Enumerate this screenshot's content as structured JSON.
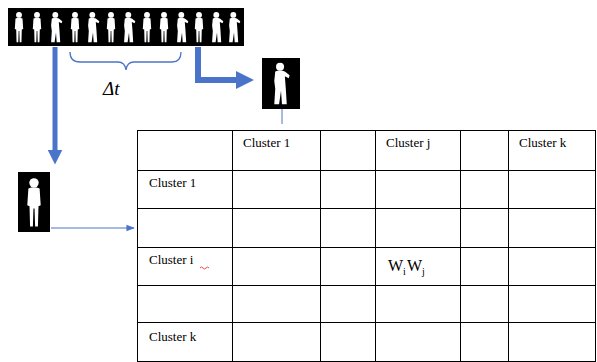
{
  "diagram": {
    "labels": [
      "Δt",
      "Cluster 1",
      "Cluster j",
      "Cluster k",
      "Cluster 1",
      "Cluster i",
      "Cluster k",
      "W",
      "i",
      "W",
      "j"
    ]
  }
}
